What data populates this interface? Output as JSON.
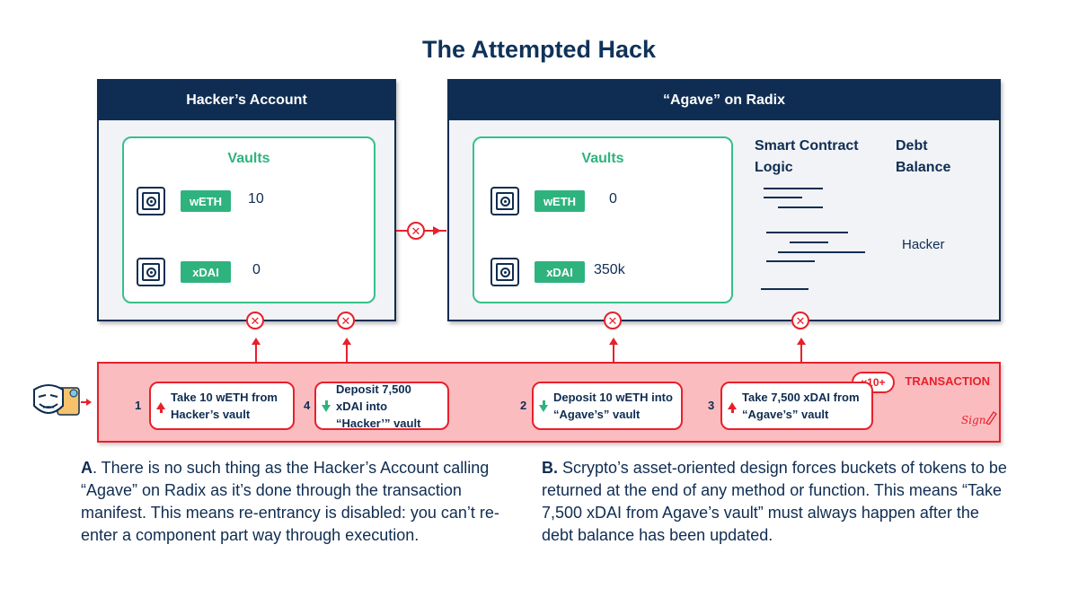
{
  "title": "The Attempted Hack",
  "hacker_account": {
    "header": "Hacker’s Account",
    "vaults_title": "Vaults",
    "tokens": [
      {
        "name": "wETH",
        "amount": "10"
      },
      {
        "name": "xDAI",
        "amount": "0"
      }
    ]
  },
  "agave": {
    "header": "“Agave” on Radix",
    "vaults_title": "Vaults",
    "tokens": [
      {
        "name": "wETH",
        "amount": "0"
      },
      {
        "name": "xDAI",
        "amount": "350k"
      }
    ],
    "logic_label": "Smart Contract Logic",
    "debt_label": "Debt Balance",
    "debt_entry": "Hacker"
  },
  "transaction": {
    "label": "TRANSACTION",
    "repeat_badge": "x10+",
    "steps": [
      {
        "num": "1",
        "text": "Take 10 wETH from Hacker’s vault",
        "direction": "up"
      },
      {
        "num": "4",
        "text": "Deposit 7,500 xDAI into “Hacker’” vault",
        "direction": "down"
      },
      {
        "num": "2",
        "text": "Deposit 10 wETH into “Agave’s” vault",
        "direction": "down"
      },
      {
        "num": "3",
        "text": "Take 7,500 xDAI from “Agave’s”  vault",
        "direction": "up"
      }
    ],
    "blocked_symbol": "✕",
    "signature": "Sign"
  },
  "notes": {
    "a_label": "A",
    "a_text": ". There is no such thing as the Hacker’s Account calling “Agave” on Radix as it’s done through the transaction manifest. This means re-entrancy is disabled: you can’t re-enter a component part way through execution.",
    "b_label": "B.",
    "b_text": " Scrypto’s asset-oriented design forces buckets of tokens to be returned at the end of any method or function. This means “Take 7,500 xDAI from Agave’s vault” must always happen after the debt balance has been updated."
  },
  "colors": {
    "navy": "#0f2d52",
    "green": "#2fb37e",
    "red": "#e8202a",
    "transaction_fill": "#fbbcc0"
  }
}
